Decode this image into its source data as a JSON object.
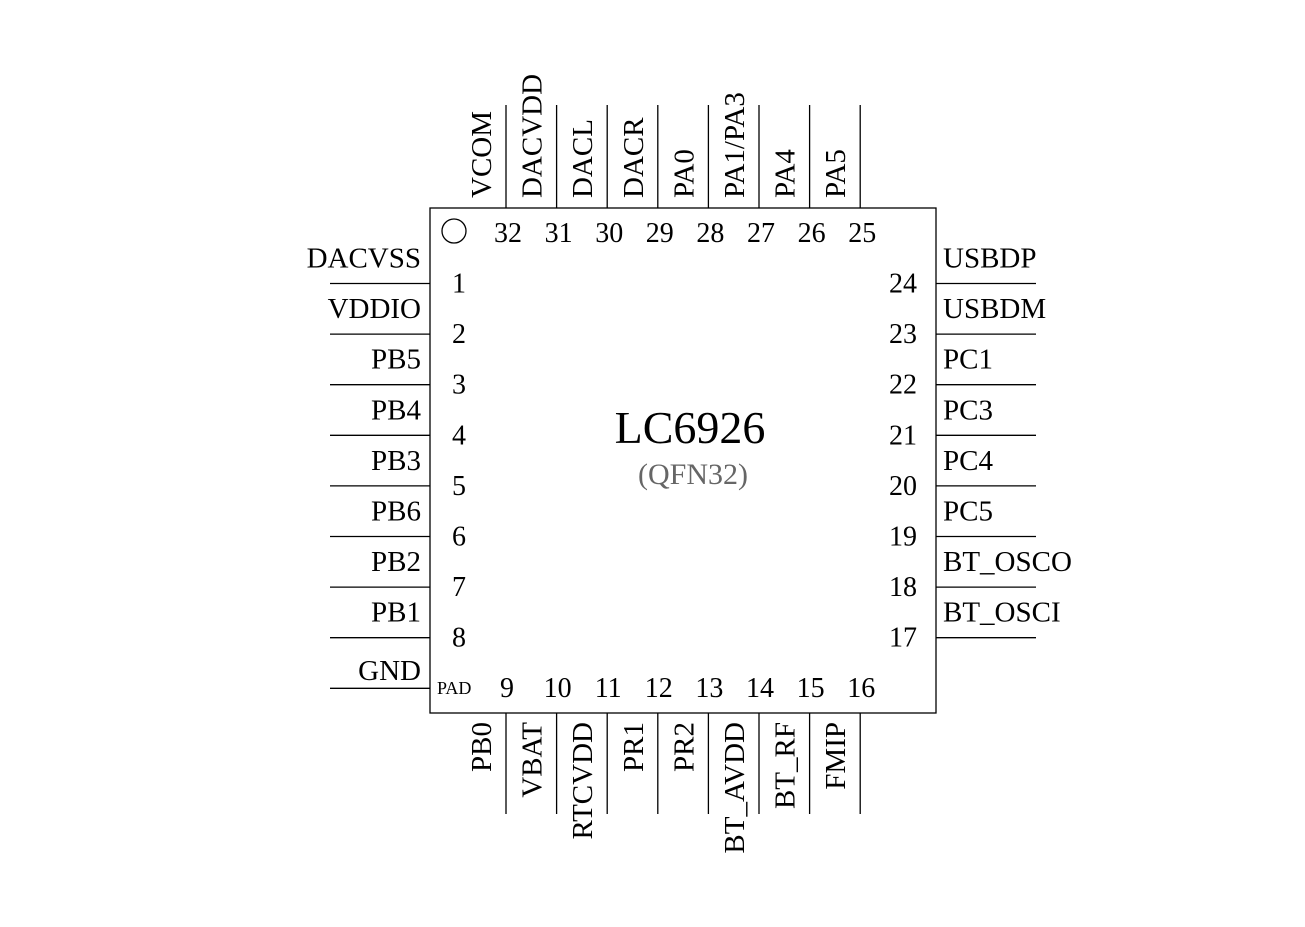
{
  "chip": {
    "name": "LC6926",
    "package": "(QFN32)",
    "pad_label": "PAD"
  },
  "pins": {
    "left": [
      {
        "num": "1",
        "name": "DACVSS"
      },
      {
        "num": "2",
        "name": "VDDIO"
      },
      {
        "num": "3",
        "name": "PB5"
      },
      {
        "num": "4",
        "name": "PB4"
      },
      {
        "num": "5",
        "name": "PB3"
      },
      {
        "num": "6",
        "name": "PB6"
      },
      {
        "num": "7",
        "name": "PB2"
      },
      {
        "num": "8",
        "name": "PB1"
      }
    ],
    "ground": {
      "name": "GND"
    },
    "bottom": [
      {
        "num": "9",
        "name": "PB0"
      },
      {
        "num": "10",
        "name": "VBAT"
      },
      {
        "num": "11",
        "name": "RTCVDD"
      },
      {
        "num": "12",
        "name": "PR1"
      },
      {
        "num": "13",
        "name": "PR2"
      },
      {
        "num": "14",
        "name": "BT_AVDD"
      },
      {
        "num": "15",
        "name": "BT_RF"
      },
      {
        "num": "16",
        "name": "FMIP"
      }
    ],
    "right": [
      {
        "num": "17",
        "name": "BT_OSCI"
      },
      {
        "num": "18",
        "name": "BT_OSCO"
      },
      {
        "num": "19",
        "name": "PC5"
      },
      {
        "num": "20",
        "name": "PC4"
      },
      {
        "num": "21",
        "name": "PC3"
      },
      {
        "num": "22",
        "name": "PC1"
      },
      {
        "num": "23",
        "name": "USBDM"
      },
      {
        "num": "24",
        "name": "USBDP"
      }
    ],
    "top": [
      {
        "num": "25",
        "name": "PA5"
      },
      {
        "num": "26",
        "name": "PA4"
      },
      {
        "num": "27",
        "name": "PA1/PA3"
      },
      {
        "num": "28",
        "name": "PA0"
      },
      {
        "num": "29",
        "name": "DACR"
      },
      {
        "num": "30",
        "name": "DACL"
      },
      {
        "num": "31",
        "name": "DACVDD"
      },
      {
        "num": "32",
        "name": "VCOM"
      }
    ]
  }
}
